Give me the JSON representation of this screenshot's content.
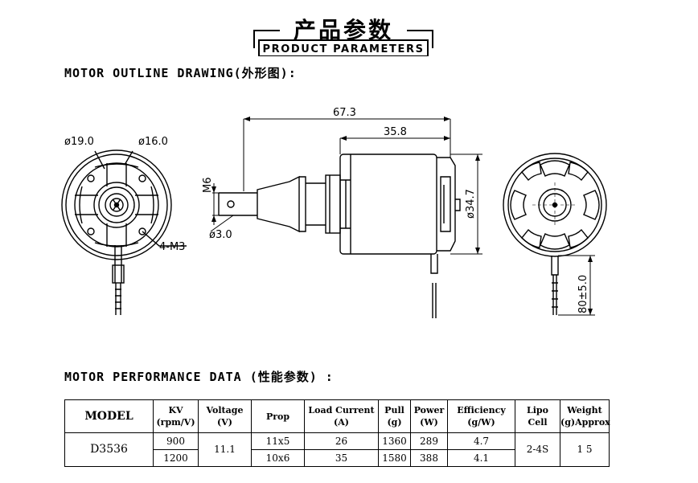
{
  "header": {
    "title_cn": "产品参数",
    "title_en": "PRODUCT PARAMETERS"
  },
  "outline_section": {
    "title": "MOTOR OUTLINE DRAWING(外形图):"
  },
  "drawing": {
    "dims": {
      "d19": "ø19.0",
      "d16": "ø16.0",
      "holes": "4-M3",
      "len_total": "67.3",
      "len_body": "35.8",
      "m6": "M6",
      "d3": "ø3.0",
      "d347": "ø34.7",
      "lead": "80±5.0"
    }
  },
  "performance_section": {
    "title": "MOTOR PERFORMANCE DATA (性能参数) :"
  },
  "table": {
    "headers": {
      "model": "MODEL",
      "kv_1": "KV",
      "kv_2": "(rpm/V)",
      "voltage_1": "Voltage",
      "voltage_2": "(V)",
      "prop": "Prop",
      "load_1": "Load Current",
      "load_2": "(A)",
      "pull_1": "Pull",
      "pull_2": "(g)",
      "power_1": "Power",
      "power_2": "(W)",
      "eff_1": "Efficiency",
      "eff_2": "(g/W)",
      "lipo_1": "Lipo",
      "lipo_2": "Cell",
      "weight_1": "Weight",
      "weight_2": "(g)Approx"
    },
    "model": "D3536",
    "voltage": "11.1",
    "lipo": "2-4S",
    "weight": "1 5",
    "rows": [
      {
        "kv": "900",
        "prop": "11x5",
        "load": "26",
        "pull": "1360",
        "power": "289",
        "eff": "4.7"
      },
      {
        "kv": "1200",
        "prop": "10x6",
        "load": "35",
        "pull": "1580",
        "power": "388",
        "eff": "4.1"
      }
    ]
  }
}
